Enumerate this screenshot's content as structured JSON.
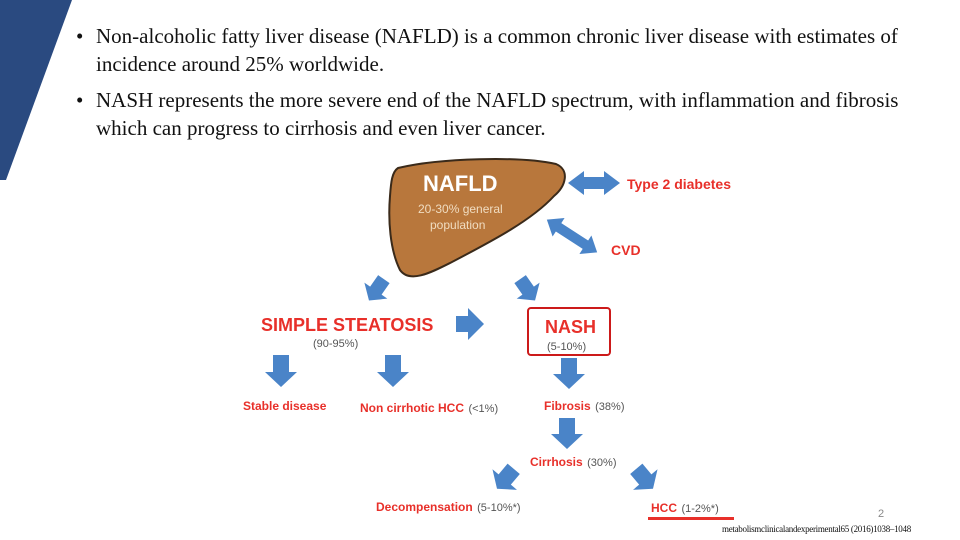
{
  "slide": {
    "bullets": [
      "Non-alcoholic fatty liver disease (NAFLD) is a common chronic liver disease with estimates of incidence around 25% worldwide.",
      "NASH represents the more severe end of the NAFLD spectrum, with inflammation and fibrosis which can progress to cirrhosis and even liver cancer."
    ],
    "page_number": "2",
    "citation": "metabolismclinicalandexperimental65 (2016)1038–1048"
  },
  "diagram": {
    "nafld": {
      "title": "NAFLD",
      "subtitle_line1": "20-30% general",
      "subtitle_line2": "population"
    },
    "type2_diabetes": "Type 2 diabetes",
    "cvd": "CVD",
    "simple_steatosis": {
      "title": "SIMPLE STEATOSIS",
      "pct": "(90-95%)"
    },
    "nash": {
      "title": "NASH",
      "pct": "(5-10%)"
    },
    "stable_disease": "Stable disease",
    "non_cirrhotic_hcc": {
      "label": "Non cirrhotic HCC",
      "pct": "(<1%)"
    },
    "fibrosis": {
      "label": "Fibrosis",
      "pct": "(38%)"
    },
    "cirrhosis": {
      "label": "Cirrhosis",
      "pct": "(30%)"
    },
    "decompensation": {
      "label": "Decompensation",
      "pct": "(5-10%*)"
    },
    "hcc": {
      "label": "HCC",
      "pct": "(1-2%*)"
    }
  },
  "colors": {
    "band": "#2a4a80",
    "liver": "#b8773c",
    "arrow": "#4a84c8",
    "red": "#e8302a",
    "nash_box": "#cc1a1a"
  }
}
